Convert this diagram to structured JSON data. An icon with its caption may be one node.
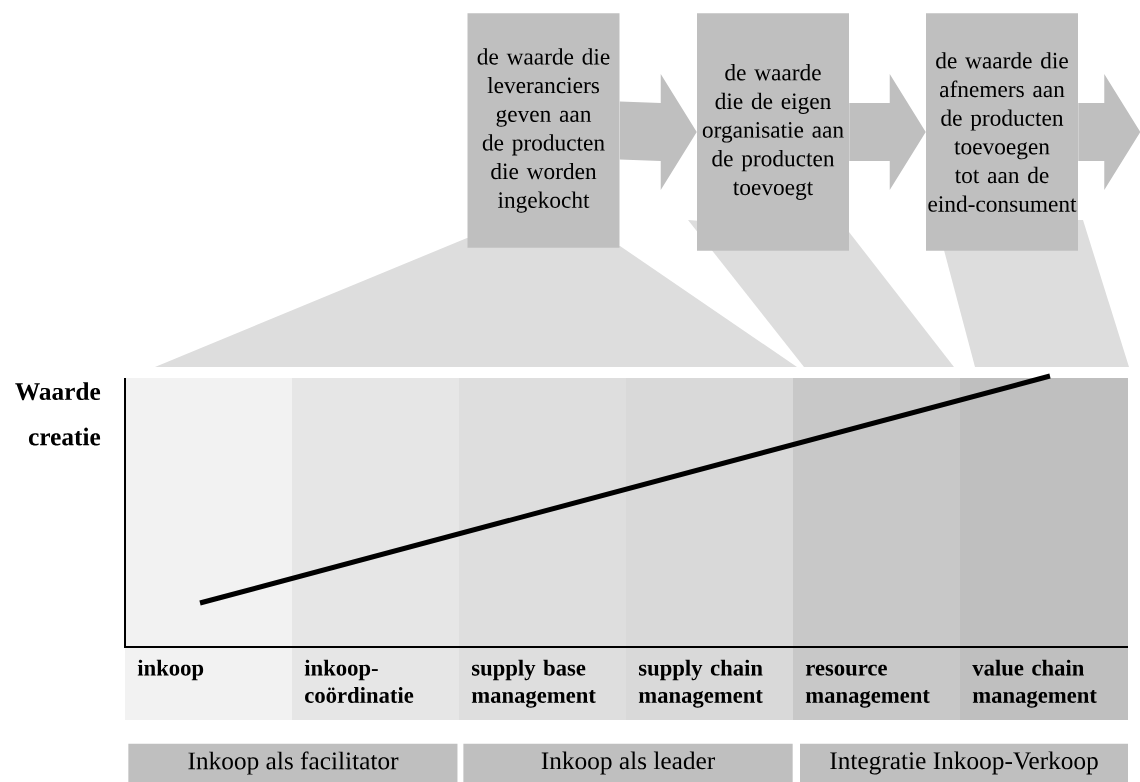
{
  "diagram": {
    "nodes": [
      {
        "text": [
          "de waarde die leveranciers geven aan de producten die worden ingekocht"
        ]
      },
      {
        "text": [
          "de waarde die de eigen organisatie aan de producten toevoegt"
        ]
      },
      {
        "text": [
          "de waarde die afnemers aan de producten toevoegen tot aan de eind-consument"
        ]
      },
      {
        "text": [
          "inkoop"
        ]
      },
      {
        "text": [
          "inkoop-coördinatie"
        ]
      },
      {
        "text": [
          "supply base management"
        ]
      },
      {
        "text": [
          "supply chain management"
        ]
      },
      {
        "text": [
          "resource management"
        ]
      },
      {
        "text": [
          "value chain management"
        ]
      },
      {
        "text": [
          "Inkoop als facilitator"
        ]
      },
      {
        "text": [
          "Inkoop als leader"
        ]
      },
      {
        "text": [
          "Integratie Inkoop-Verkoop"
        ]
      }
    ],
    "edges": [
      {
        "from": 0,
        "to": 1,
        "arrow": "to"
      },
      {
        "from": 1,
        "to": 2,
        "arrow": "to"
      },
      {
        "from": 2,
        "to": null,
        "arrow": "to"
      }
    ],
    "labels": [
      "Waarde creatie"
    ]
  }
}
